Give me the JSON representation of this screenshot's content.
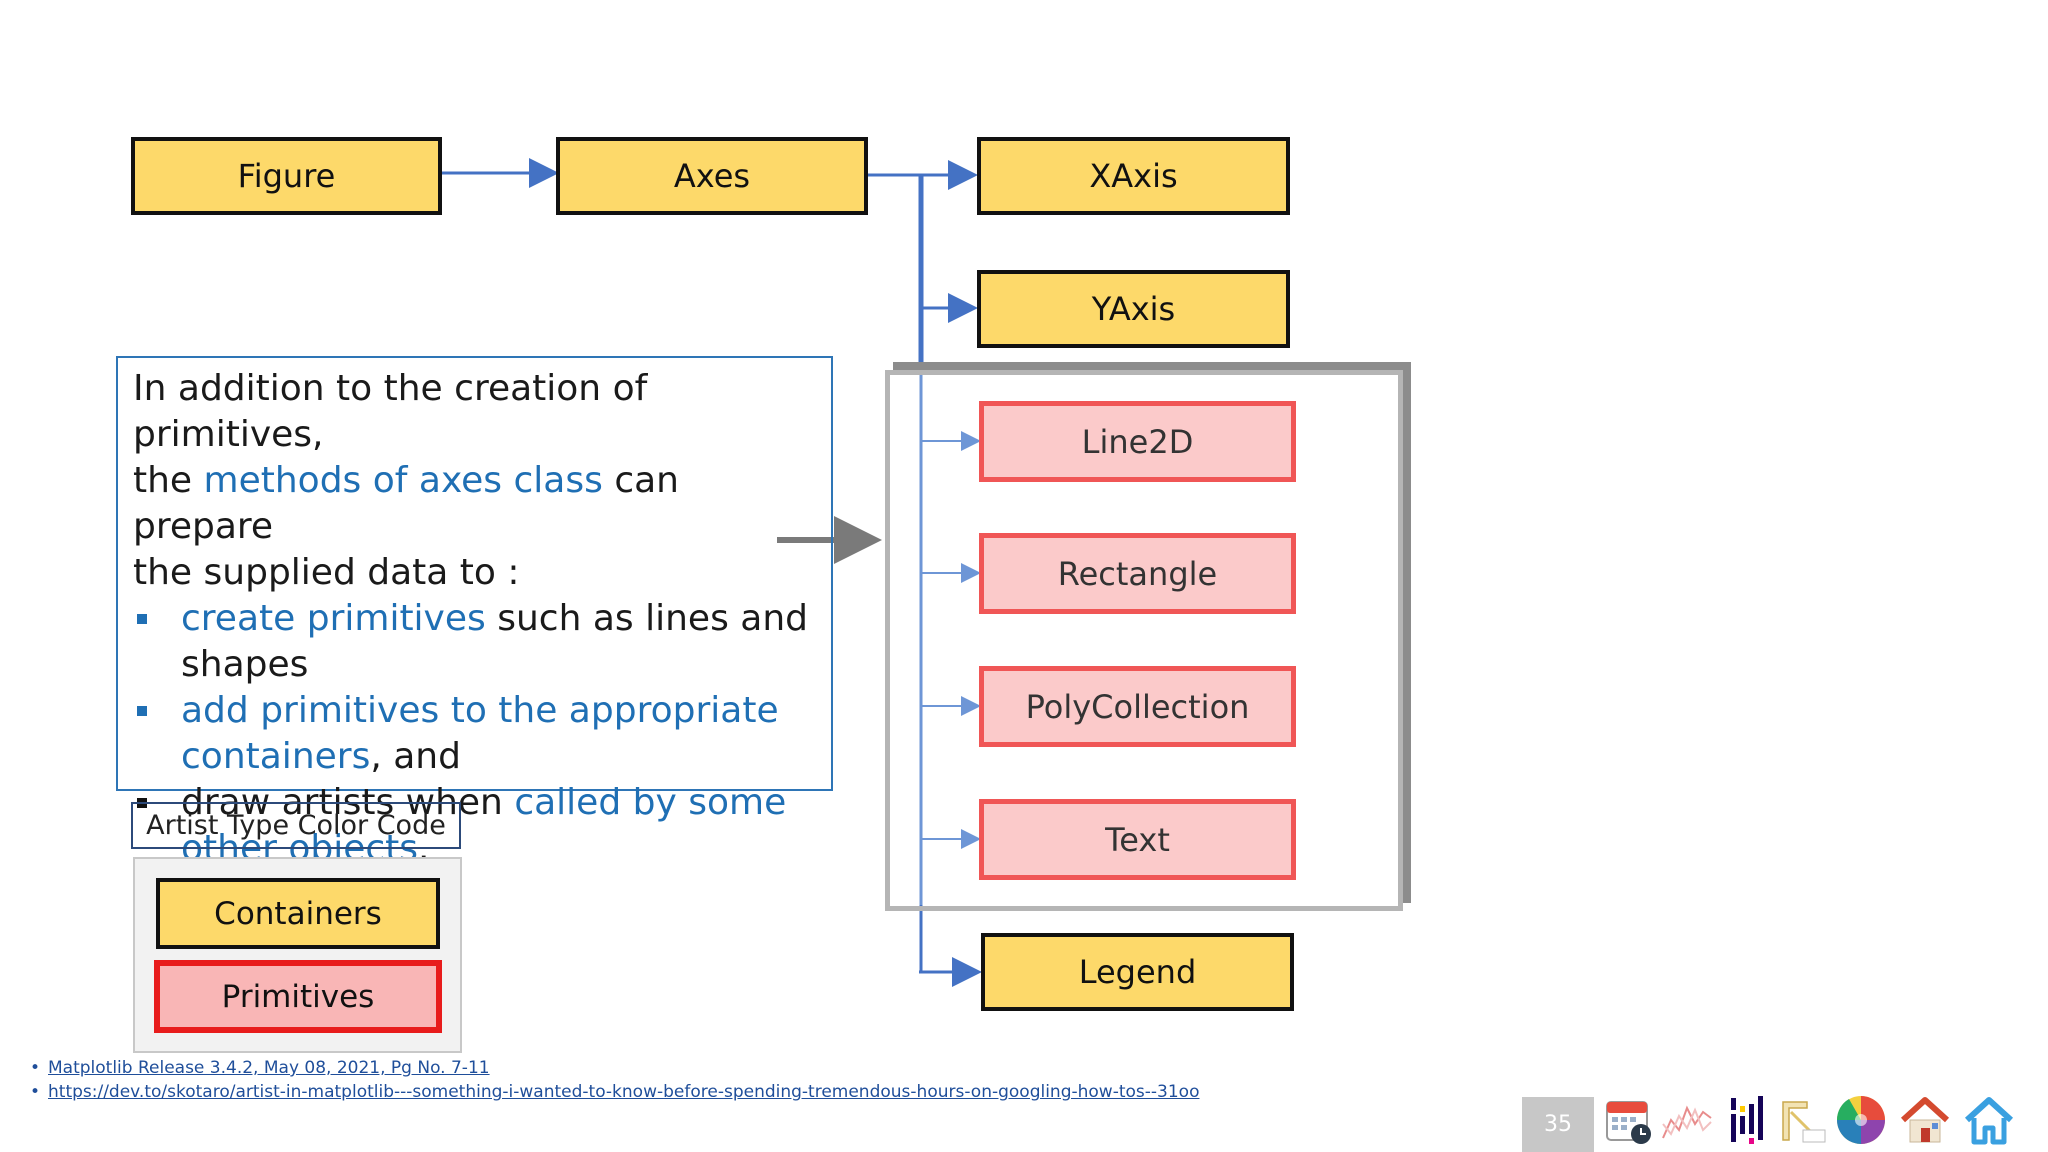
{
  "diagram": {
    "figure_label": "Figure",
    "axes_label": "Axes",
    "xaxis_label": "XAxis",
    "yaxis_label": "YAxis",
    "legend_label": "Legend",
    "primitives": [
      "Line2D",
      "Rectangle",
      "PolyCollection",
      "Text"
    ]
  },
  "textbox": {
    "line1": "In addition to the creation of primitives,",
    "line2_pre": "the ",
    "line2_hl": "methods of axes class",
    "line2_post": " can prepare",
    "line3": "the supplied data to :",
    "bullets": [
      {
        "hl": "create primitives",
        "text": " such as lines and shapes"
      },
      {
        "hl": "add primitives to the appropriate containers",
        "text": ", and"
      },
      {
        "pre": "draw artists when ",
        "hl": "called by some other objects",
        "text": "."
      }
    ]
  },
  "color_code": {
    "title": "Artist Type Color Code",
    "containers": "Containers",
    "primitives": "Primitives"
  },
  "references": [
    "Matplotlib Release 3.4.2, May 08, 2021, Pg No. 7-11",
    "https://dev.to/skotaro/artist-in-matplotlib---something-i-wanted-to-know-before-spending-tremendous-hours-on-googling-how-tos--31oo"
  ],
  "page_number": "35",
  "colors": {
    "container_fill": "#fdd96a",
    "primitive_fill": "#fbcaca",
    "primitive_border": "#f05656",
    "connector": "#4472c4",
    "highlight_text": "#1f6fb4"
  },
  "toolbar_icons": [
    "calendar-icon",
    "line-chart-icon",
    "pandas-icon",
    "ruler-icon",
    "color-wheel-icon",
    "house-icon",
    "home-outline-icon"
  ]
}
